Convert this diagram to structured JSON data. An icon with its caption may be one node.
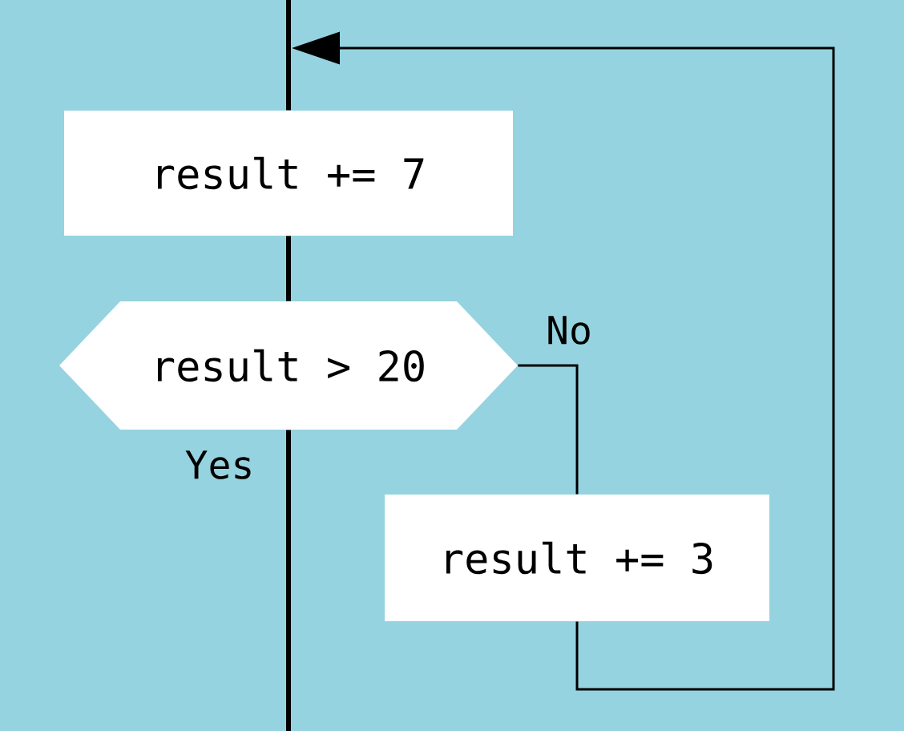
{
  "diagram": {
    "nodes": [
      {
        "text": [
          "result += 7"
        ]
      },
      {
        "text": [
          "result > 20"
        ]
      },
      {
        "text": [
          "result += 3"
        ]
      }
    ],
    "edges": [
      {
        "from": null,
        "to": 0,
        "arrow": "none"
      },
      {
        "from": 0,
        "to": 1,
        "arrow": "none"
      },
      {
        "from": 1,
        "to": null,
        "arrow": "none",
        "label": "Yes"
      },
      {
        "from": 1,
        "to": 2,
        "arrow": "none",
        "label": "No"
      },
      {
        "from": 2,
        "to": null,
        "arrow": "to"
      }
    ]
  }
}
